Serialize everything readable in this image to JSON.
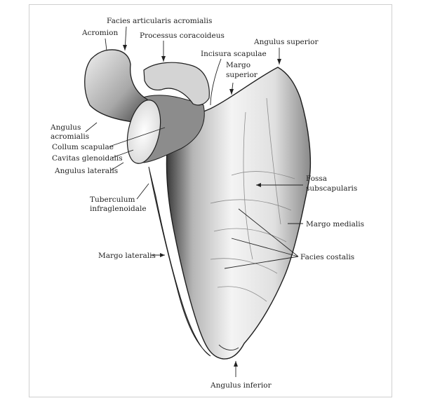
{
  "labels": {
    "facies_articularis_acromialis": "Facies articularis acromialis",
    "acromion": "Acromion",
    "processus_coracoideus": "Processus coracoideus",
    "angulus_superior": "Angulus superior",
    "incisura_scapulae": "Incisura scapulae",
    "margo_superior_1": "Margo",
    "margo_superior_2": "superior",
    "angulus_acromialis_1": "Angulus",
    "angulus_acromialis_2": "acromialis",
    "collum_scapulae": "Collum scapulae",
    "cavitas_glenoidalis": "Cavitas glenoidalis",
    "angulus_lateralis": "Angulus lateralis",
    "fossa_subscapularis_1": "Fossa",
    "fossa_subscapularis_2": "subscapularis",
    "tuberculum_1": "Tuberculum",
    "tuberculum_2": "infraglenoidale",
    "margo_medialis": "Margo medialis",
    "margo_lateralis": "Margo lateralis",
    "facies_costalis": "Facies costalis",
    "angulus_inferior": "Angulus inferior"
  },
  "colors": {
    "bone_light": "#f2f2f2",
    "bone_shade": "#9a9a9a",
    "bone_dark": "#2a2a2a",
    "frame_border": "#cfcfcf"
  }
}
